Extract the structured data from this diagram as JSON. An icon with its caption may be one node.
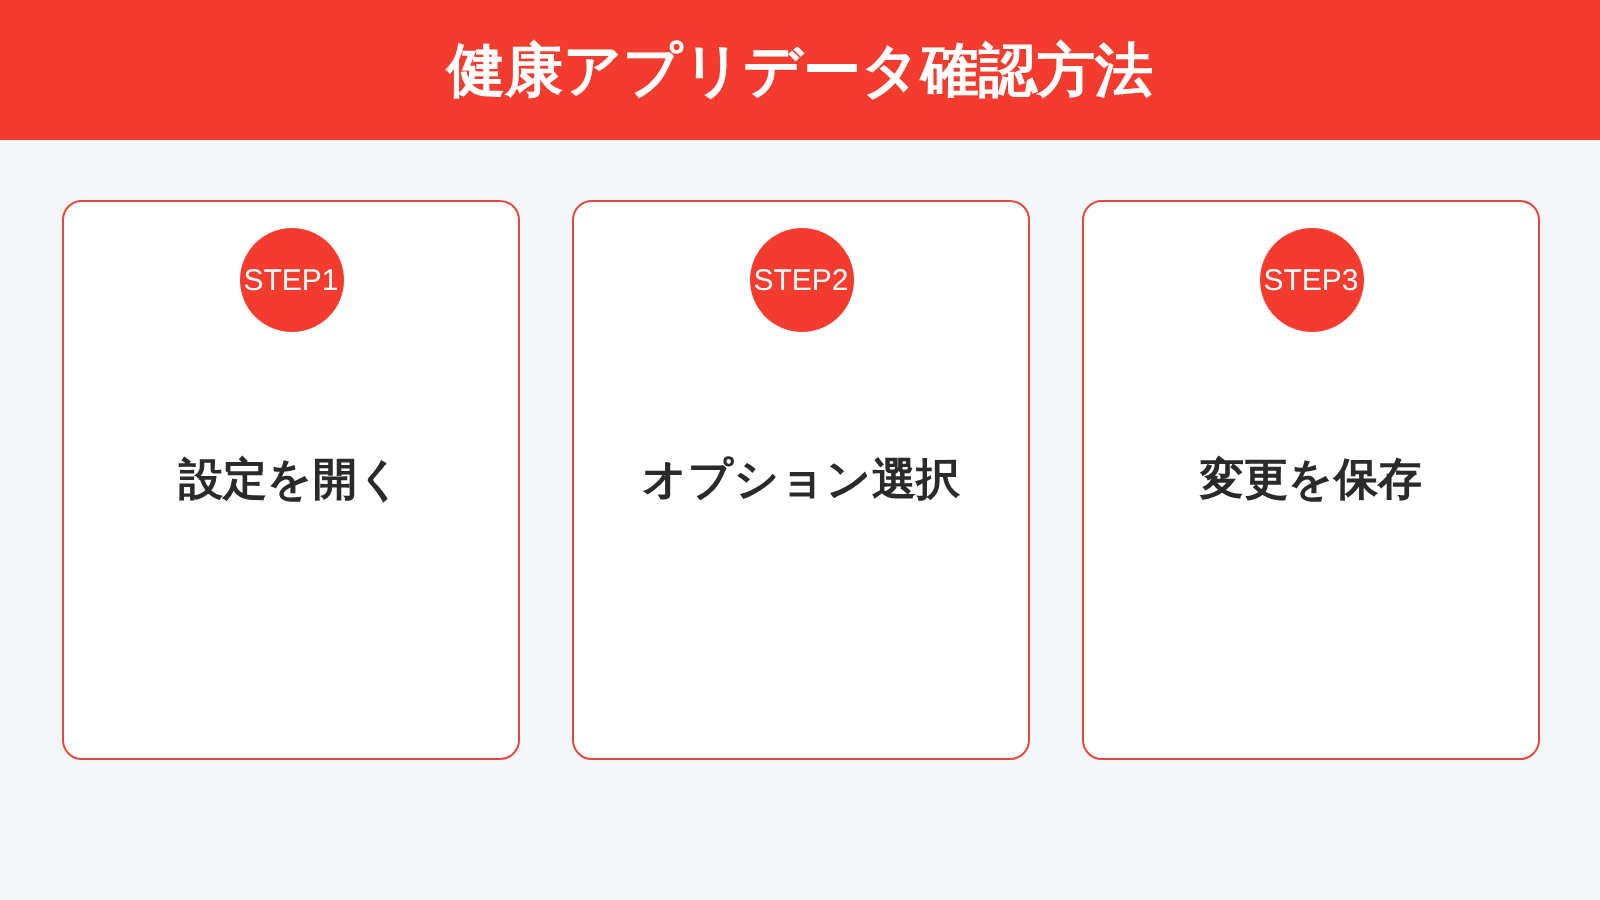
{
  "diagram": {
    "title": "健康アプリデータ確認方法",
    "nodes": [
      {
        "text": [
          "設定を開く"
        ]
      },
      {
        "text": [
          "STEP1"
        ],
        "in": 0
      },
      {
        "text": [
          "オプション選択"
        ]
      },
      {
        "text": [
          "STEP2"
        ],
        "in": 2
      },
      {
        "text": [
          "変更を保存"
        ]
      },
      {
        "text": [
          "STEP3"
        ],
        "in": 4
      }
    ]
  }
}
